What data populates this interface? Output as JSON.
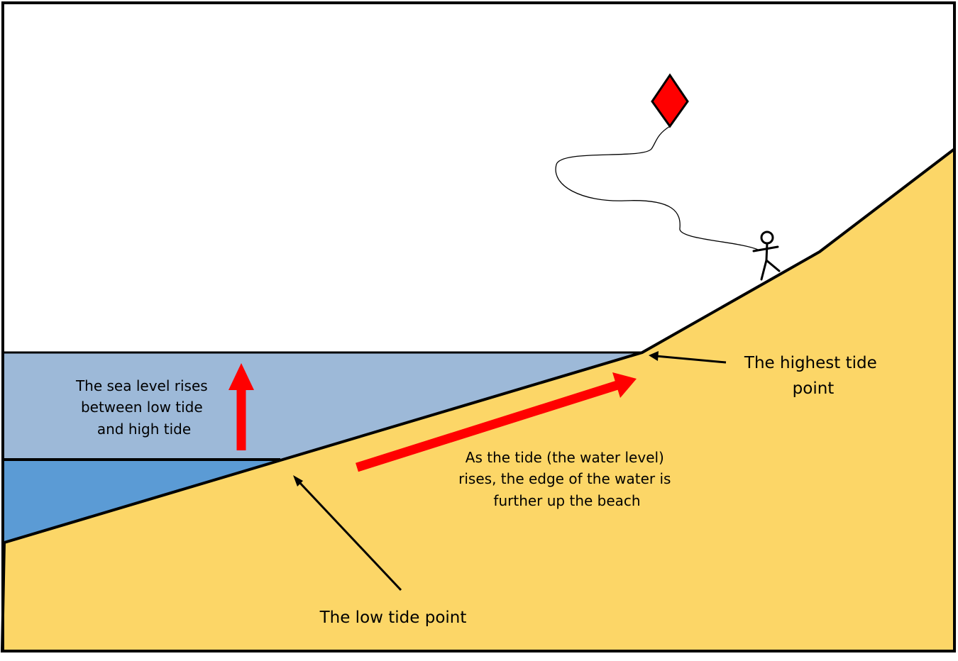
{
  "labels": {
    "sea_level_rises": [
      "The sea level rises",
      "between low tide",
      "and high tide"
    ],
    "highest_tide_point": [
      "The highest tide",
      "point"
    ],
    "tide_rises": [
      "As the tide (the water level)",
      "rises, the edge of the water is",
      "further up the beach"
    ],
    "low_tide_point": "The low tide point"
  },
  "colors": {
    "sand": "#FCD667",
    "low_water": "#5B9BD5",
    "high_water": "#9DB9D8",
    "arrow_red": "#FF0000",
    "kite_red": "#FF0000",
    "outline": "#000000"
  }
}
